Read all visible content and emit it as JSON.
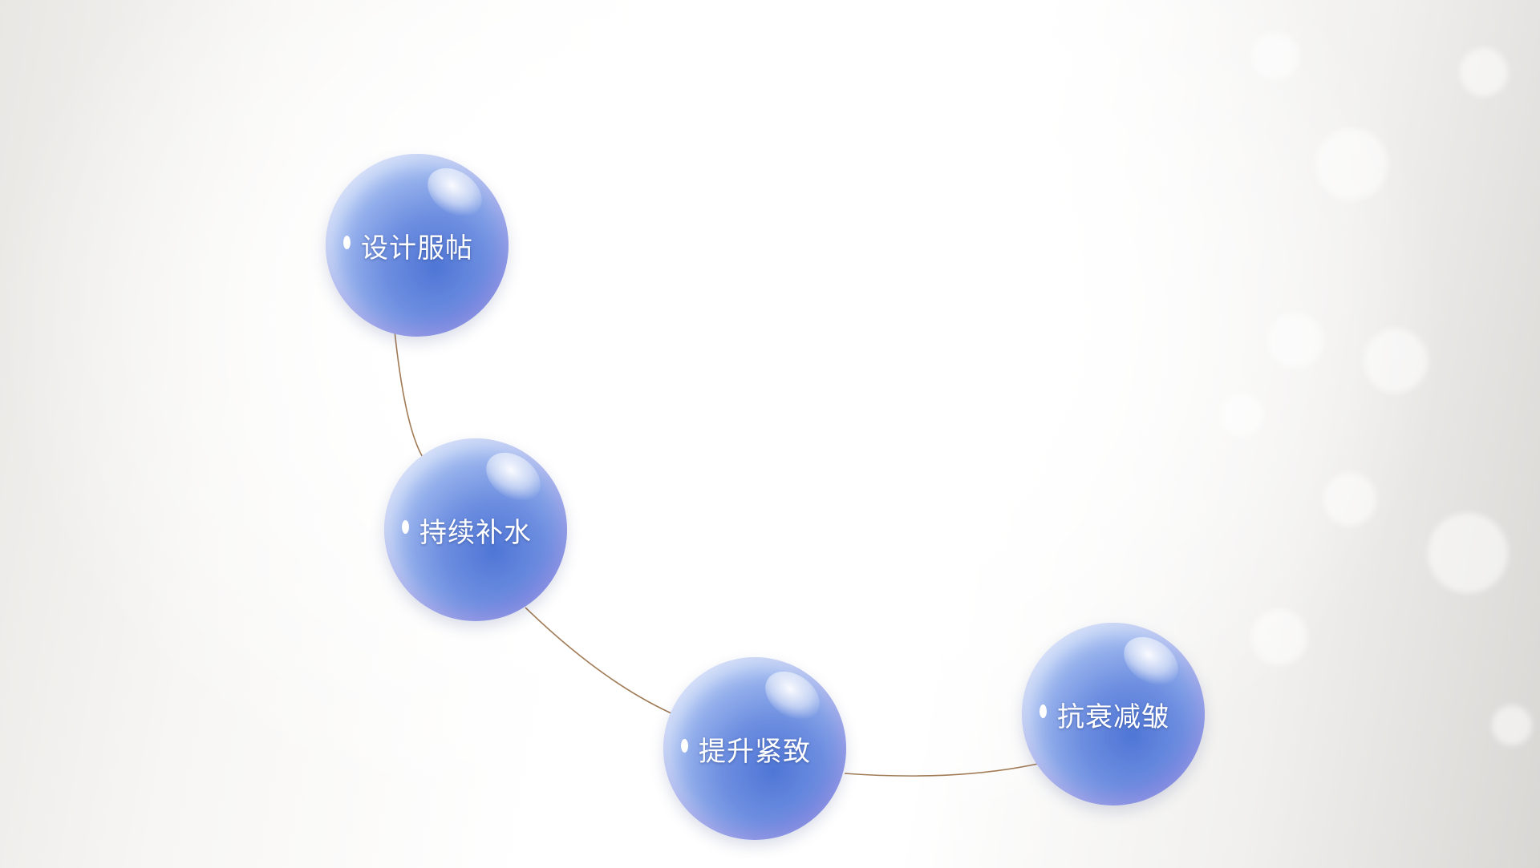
{
  "nodes": [
    {
      "id": "node-1",
      "label": "设计服帖"
    },
    {
      "id": "node-2",
      "label": "持续补水"
    },
    {
      "id": "node-3",
      "label": "提升紧致"
    },
    {
      "id": "node-4",
      "label": "抗衰减皱"
    }
  ],
  "colors": {
    "connector": "#a07a55",
    "bubble": "#6d8ee0",
    "label": "#ffffff"
  }
}
